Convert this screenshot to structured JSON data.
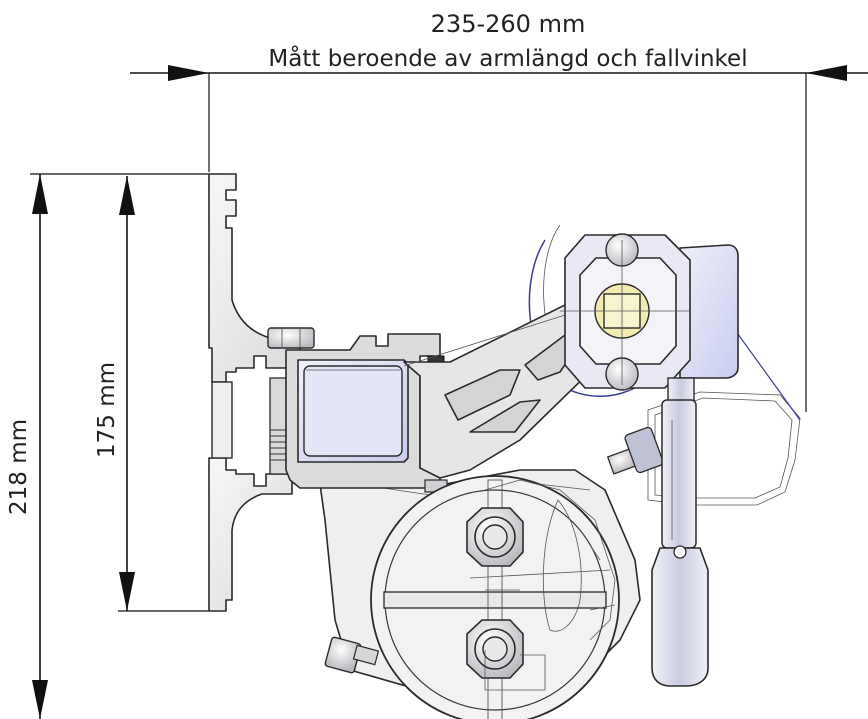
{
  "dimensions": {
    "width_value": "235-260 mm",
    "width_note": "Mått beroende av armlängd och fallvinkel",
    "height_total": "218 mm",
    "height_inner": "175 mm"
  },
  "colors": {
    "line": "#1a1a1a",
    "metal_light": "#eeeeee",
    "metal_mid": "#d2d2d6",
    "tube_fill": "#d6d8f2",
    "bolt_yellow": "#f2ecb0",
    "outline_blue": "#3a3f8f"
  }
}
